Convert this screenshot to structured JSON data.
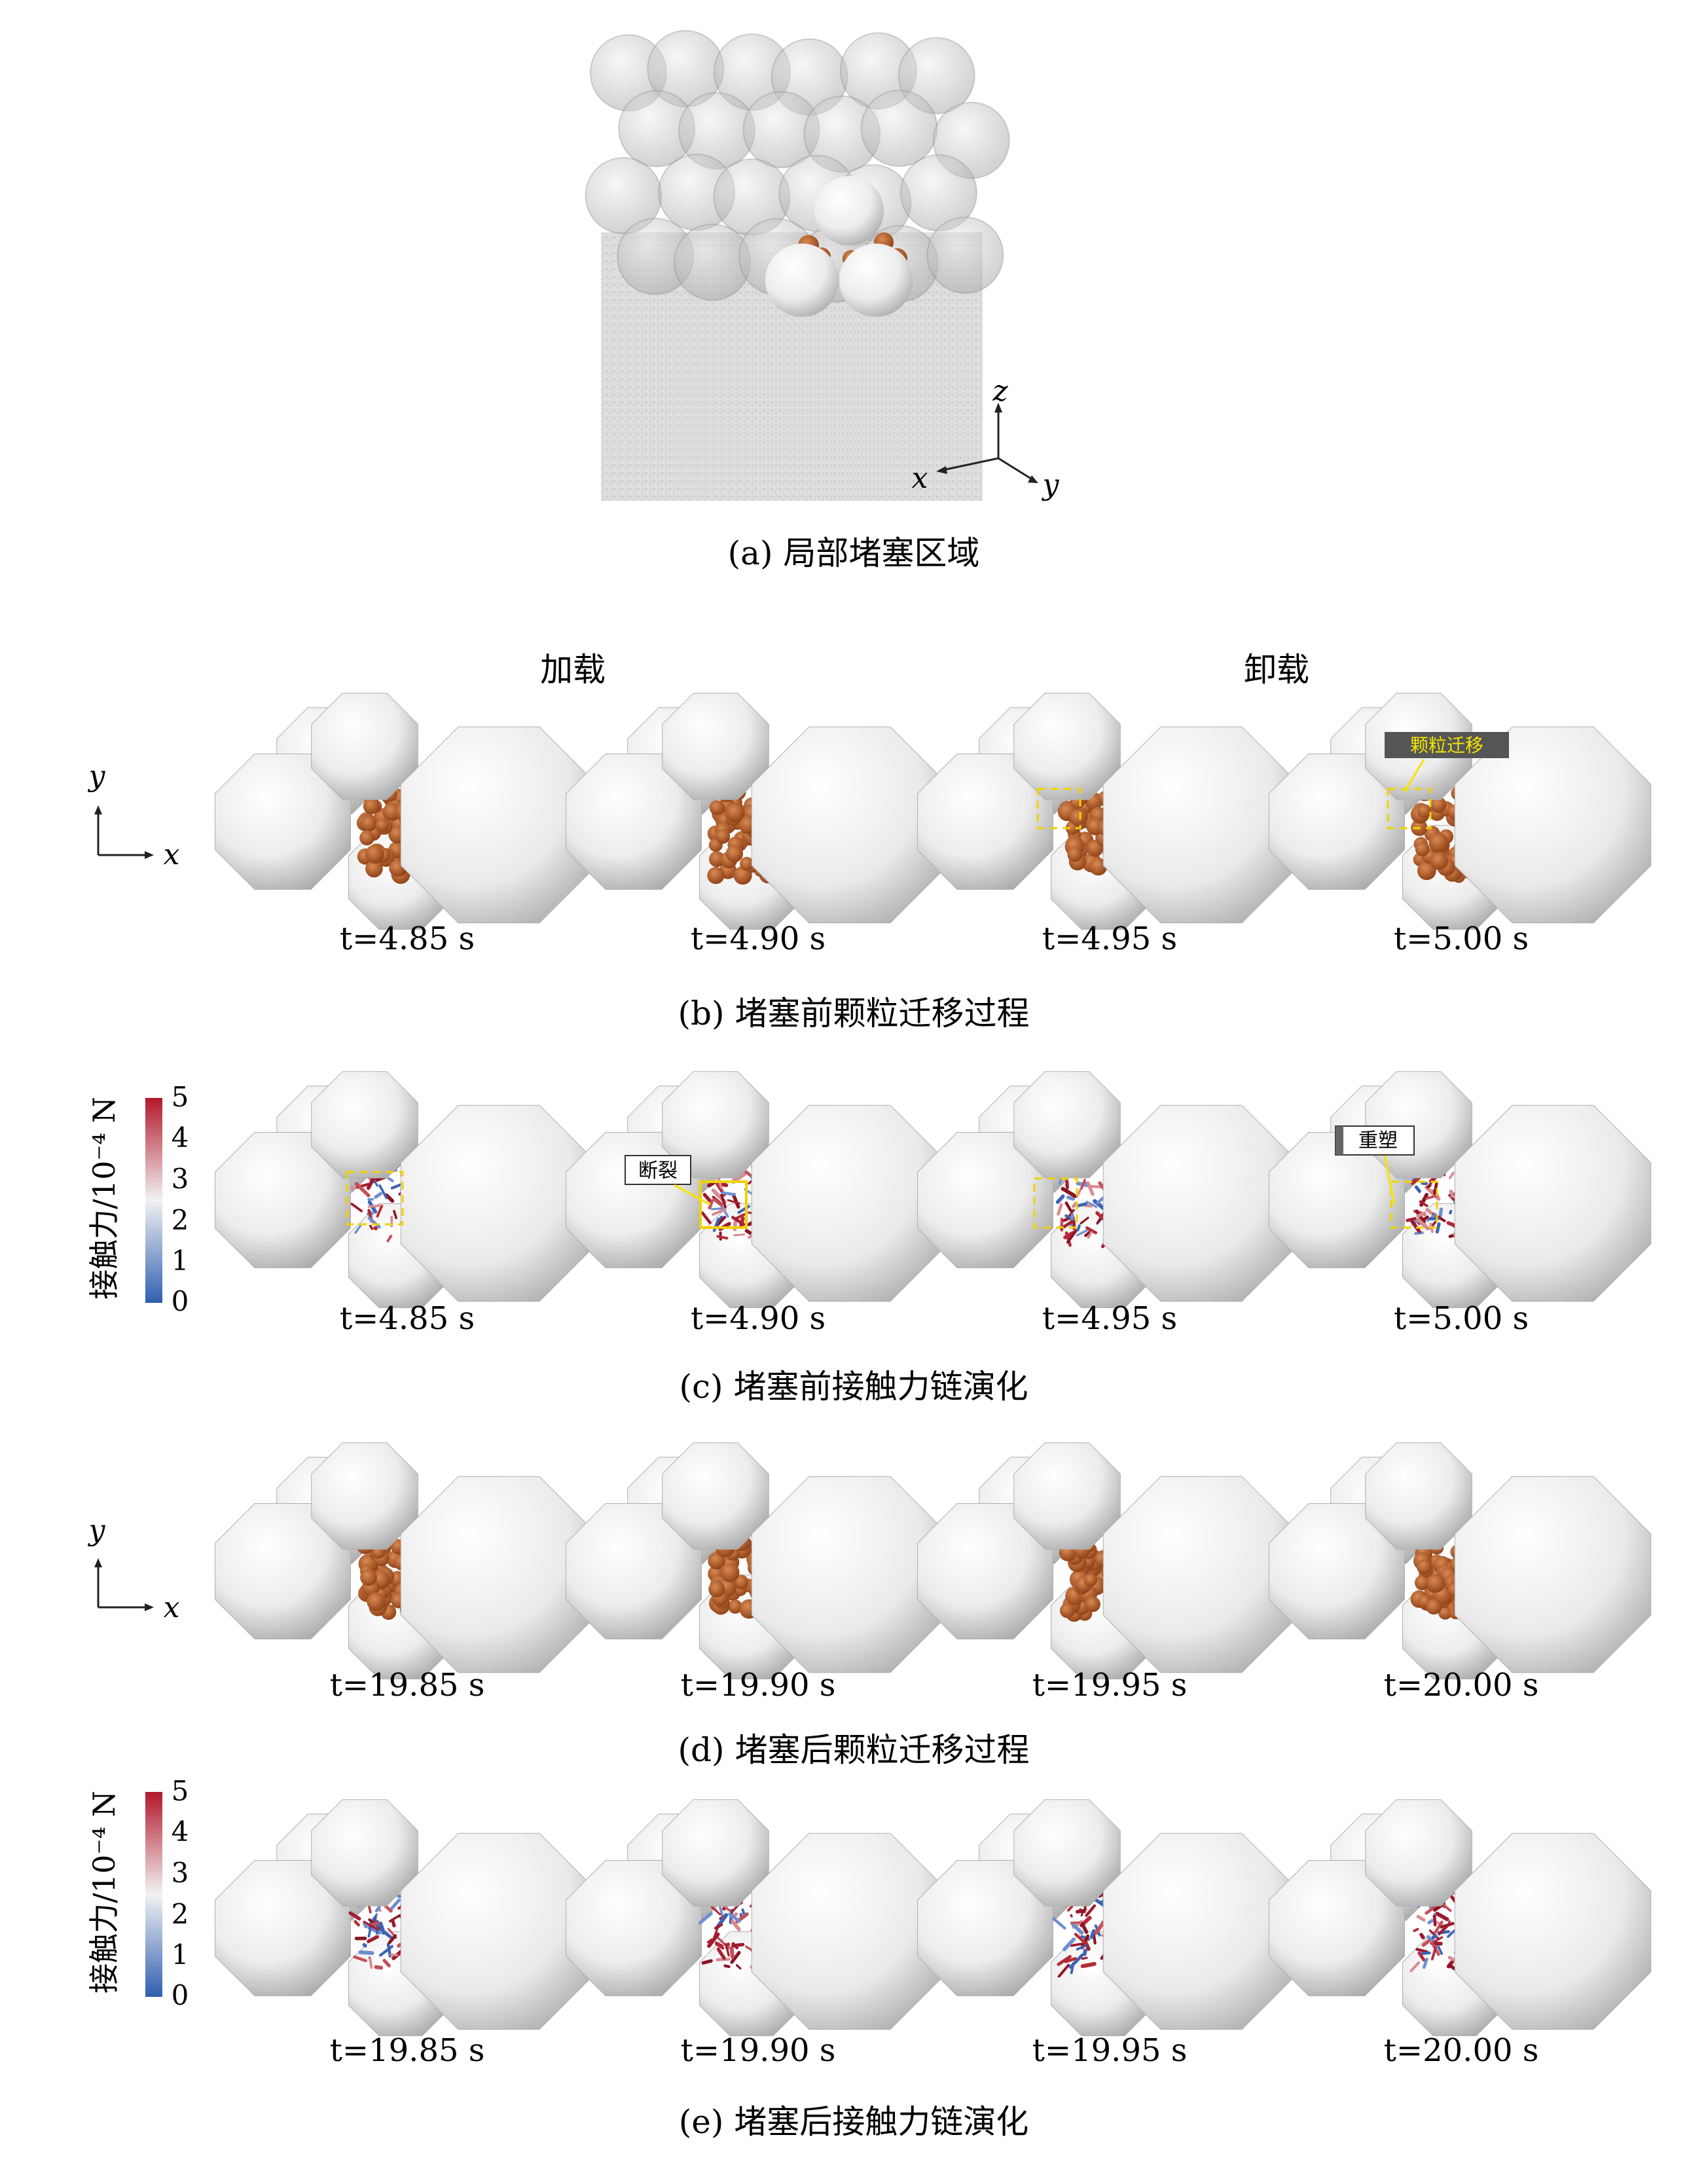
{
  "panel_a": {
    "caption": "(a) 局部堵塞区域",
    "axes": {
      "x": "x",
      "y": "y",
      "z": "z"
    }
  },
  "headers": {
    "loading": "加载",
    "unloading": "卸载"
  },
  "axes_2d": {
    "x": "x",
    "y": "y"
  },
  "panel_b": {
    "caption": "(b) 堵塞前颗粒迁移过程",
    "times": [
      "t=4.85 s",
      "t=4.90 s",
      "t=4.95 s",
      "t=5.00 s"
    ],
    "annotation": "颗粒迁移"
  },
  "panel_c": {
    "caption": "(c) 堵塞前接触力链演化",
    "times": [
      "t=4.85 s",
      "t=4.90 s",
      "t=4.95 s",
      "t=5.00 s"
    ],
    "annotation_break": "断裂",
    "annotation_reshape": "重塑"
  },
  "panel_d": {
    "caption": "(d) 堵塞后颗粒迁移过程",
    "times": [
      "t=19.85 s",
      "t=19.90 s",
      "t=19.95 s",
      "t=20.00 s"
    ]
  },
  "panel_e": {
    "caption": "(e) 堵塞后接触力链演化",
    "times": [
      "t=19.85 s",
      "t=19.90 s",
      "t=19.95 s",
      "t=20.00 s"
    ]
  },
  "colorbar": {
    "label": "接触力/10⁻⁴ N",
    "ticks": [
      "5",
      "4",
      "3",
      "2",
      "1",
      "0"
    ],
    "colors": {
      "high": "#b2182b",
      "mid": "#f2f2f2",
      "low": "#2f5fb0"
    }
  }
}
